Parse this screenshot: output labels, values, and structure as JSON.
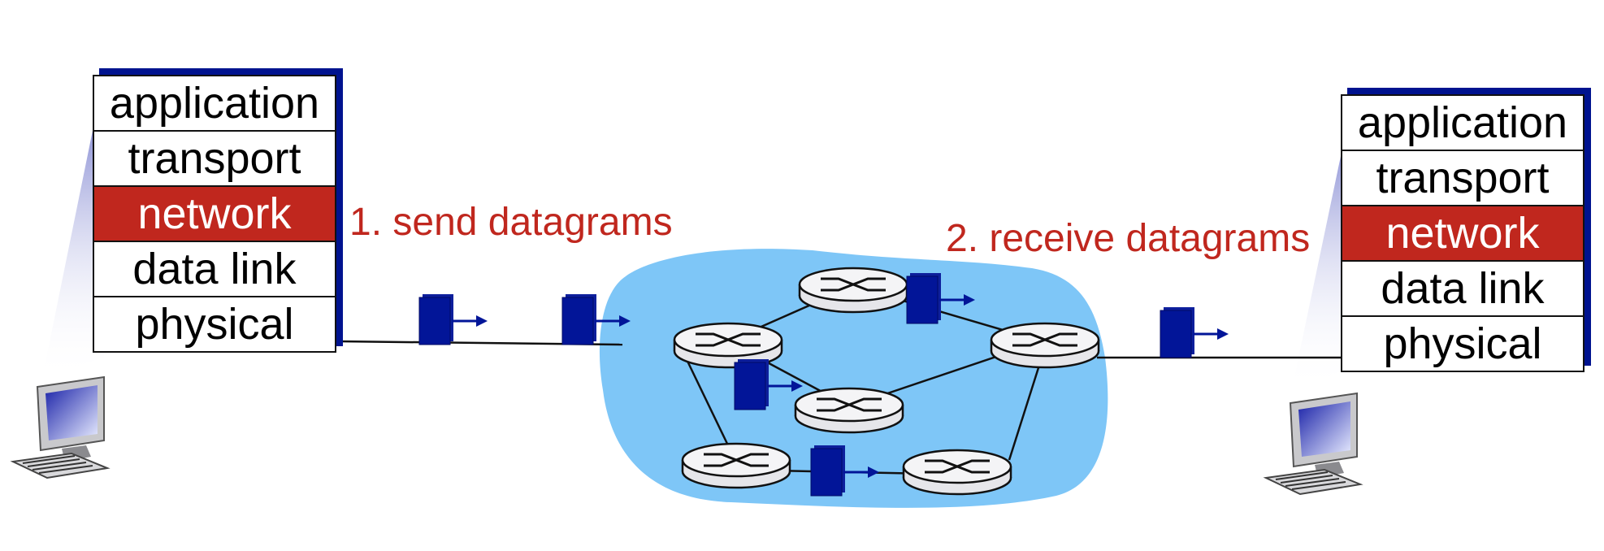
{
  "sender_stack": {
    "layers": [
      "application",
      "transport",
      "network",
      "data link",
      "physical"
    ],
    "highlighted": "network"
  },
  "receiver_stack": {
    "layers": [
      "application",
      "transport",
      "network",
      "data link",
      "physical"
    ],
    "highlighted": "network"
  },
  "labels": {
    "send": "1. send datagrams",
    "receive": "2. receive datagrams"
  },
  "colors": {
    "highlight": "#c0271e",
    "stack_shadow": "#00138f",
    "network_cloud": "#7ec6f7",
    "packet": "#021598",
    "label_text": "#c0271e"
  },
  "icons": {
    "host": "desktop-computer-icon",
    "router": "router-icon",
    "packet": "datagram-packet-icon"
  }
}
